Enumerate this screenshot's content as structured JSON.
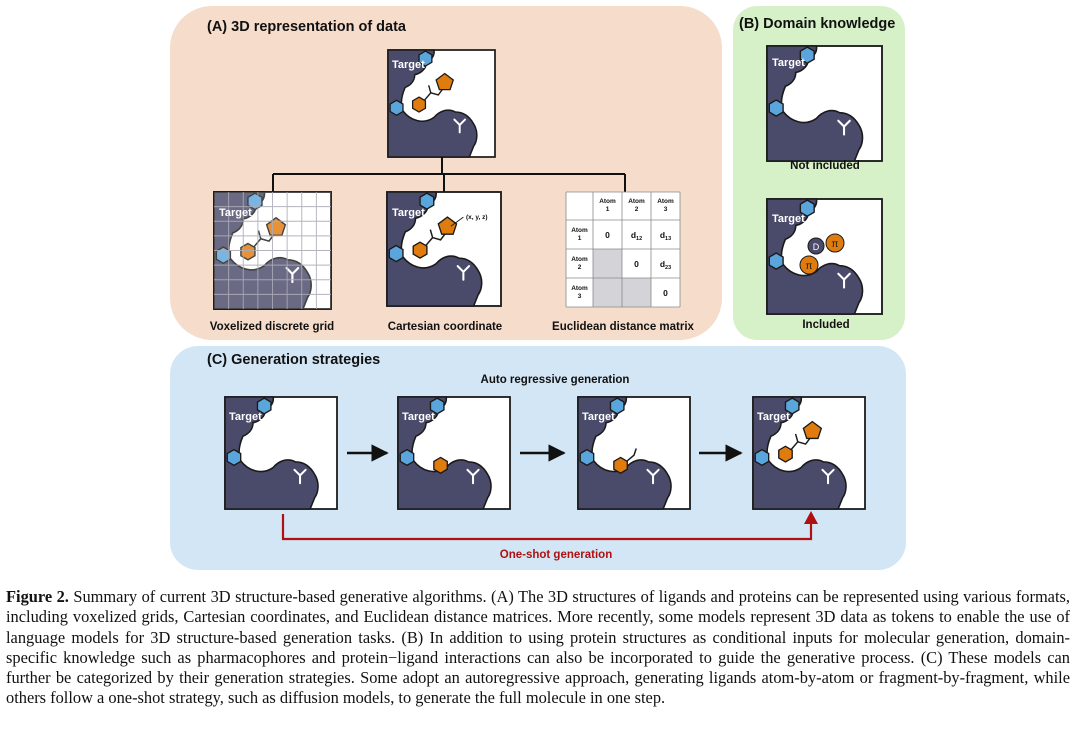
{
  "panels": {
    "a": {
      "title": "(A)  3D representation of data",
      "labels": [
        "Voxelized discrete grid",
        "Cartesian coordinate",
        "Euclidean distance matrix"
      ]
    },
    "b": {
      "title": "(B) Domain knowledge",
      "not_included": "Not included",
      "included": "Included"
    },
    "c": {
      "title": "(C) Generation strategies",
      "auto_label": "Auto regressive generation",
      "oneshot_label": "One-shot generation"
    }
  },
  "target_label": "Target",
  "coordinate_label": "(x, y, z)",
  "pharmacophores": [
    "D",
    "π",
    "π"
  ],
  "matrix": {
    "col_headers": [
      [
        "Atom",
        "1"
      ],
      [
        "Atom",
        "2"
      ],
      [
        "Atom",
        "3"
      ]
    ],
    "row_headers": [
      [
        "Atom",
        "1"
      ],
      [
        "Atom",
        "2"
      ],
      [
        "Atom",
        "3"
      ]
    ],
    "cells": [
      [
        "0",
        "d",
        "d"
      ],
      [
        "",
        "0",
        "d"
      ],
      [
        "",
        "",
        "0"
      ]
    ],
    "subscripts": [
      [
        "",
        "12",
        "13"
      ],
      [
        "",
        "",
        "23"
      ],
      [
        "",
        "",
        ""
      ]
    ]
  },
  "caption": {
    "label": "Figure 2.",
    "text": "Summary of current 3D structure-based generative algorithms. (A) The 3D structures of ligands and proteins can be represented using various formats, including voxelized grids, Cartesian coordinates, and Euclidean distance matrices. More recently, some models represent 3D data as tokens to enable the use of language models for 3D structure-based generation tasks. (B) In addition to using protein structures as conditional inputs for molecular generation, domain-specific knowledge such as pharmacophores and protein−ligand interactions can also be incorporated to guide the generative process. (C) These models can further be categorized by their generation strategies. Some adopt an autoregressive approach, generating ligands atom-by-atom or fragment-by-fragment, while others follow a one-shot strategy, such as diffusion models, to generate the full molecule in one step."
  },
  "colors": {
    "panel_a_bg": "#f6dccb",
    "panel_b_bg": "#d6f0c8",
    "panel_c_bg": "#d3e6f5",
    "protein": "#4a4a6a",
    "hexagon": "#5aa6dc",
    "ligand": "#e07b0e",
    "oneshot_arrow": "#b01010"
  }
}
